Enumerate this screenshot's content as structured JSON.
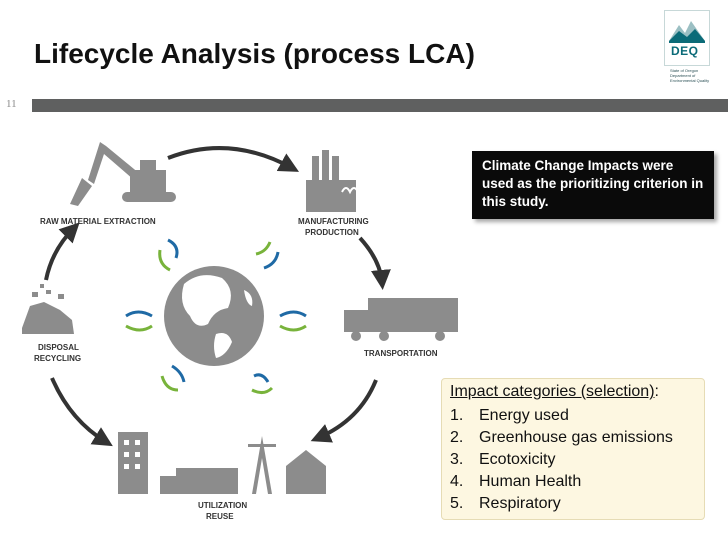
{
  "slide": {
    "title": "Lifecycle Analysis (process LCA)",
    "number": "11"
  },
  "logo": {
    "name": "DEQ",
    "subtitle": "State of Oregon Department of Environmental Quality",
    "icon": "deq-mountain-logo-icon"
  },
  "diagram": {
    "stages": [
      {
        "label_line1": "RAW MATERIAL EXTRACTION",
        "label_line2": "",
        "icon": "excavator-icon"
      },
      {
        "label_line1": "MANUFACTURING",
        "label_line2": "PRODUCTION",
        "icon": "factory-icon"
      },
      {
        "label_line1": "TRANSPORTATION",
        "label_line2": "",
        "icon": "truck-icon"
      },
      {
        "label_line1": "UTILIZATION",
        "label_line2": "REUSE",
        "icon": "buildings-truck-tower-house-icon"
      },
      {
        "label_line1": "DISPOSAL",
        "label_line2": "RECYCLING",
        "icon": "rubble-pile-icon"
      }
    ],
    "center_icon": "globe-icon",
    "colors": {
      "grey_icon": "#8c8c8c",
      "blue_arrow": "#1f6aa5",
      "green_arrow": "#78b33b",
      "cycle_arrow": "#333333"
    }
  },
  "callout": {
    "text": "Climate Change Impacts were used as the prioritizing criterion in this study."
  },
  "impact": {
    "heading": "Impact categories (selection)",
    "heading_suffix": ":",
    "items": [
      {
        "num": "1.",
        "text": "Energy used"
      },
      {
        "num": "2.",
        "text": "Greenhouse gas emissions"
      },
      {
        "num": "3.",
        "text": "Ecotoxicity"
      },
      {
        "num": "4.",
        "text": "Human Health"
      },
      {
        "num": "5.",
        "text": "Respiratory"
      }
    ]
  }
}
